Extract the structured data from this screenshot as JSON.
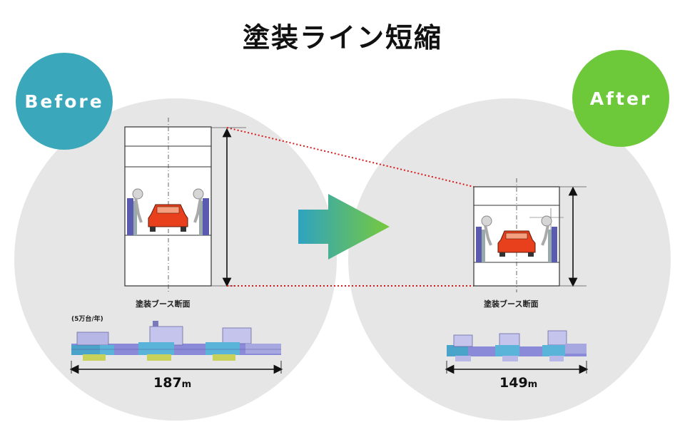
{
  "title": "塗装ライン短縮",
  "before": {
    "badge": "Before",
    "caption": "塗装ブース断面",
    "capacity_note": "(5万台/年)",
    "line_length": "187",
    "unit": "m"
  },
  "after": {
    "badge": "After",
    "caption": "塗装ブース断面",
    "line_length": "149",
    "unit": "m"
  },
  "colors": {
    "before_accent": "#3aa7ba",
    "after_accent": "#6dc83a",
    "circle_bg": "#e6e6e6",
    "car": "#e8401c",
    "guide_dotted": "#d61a1a"
  }
}
